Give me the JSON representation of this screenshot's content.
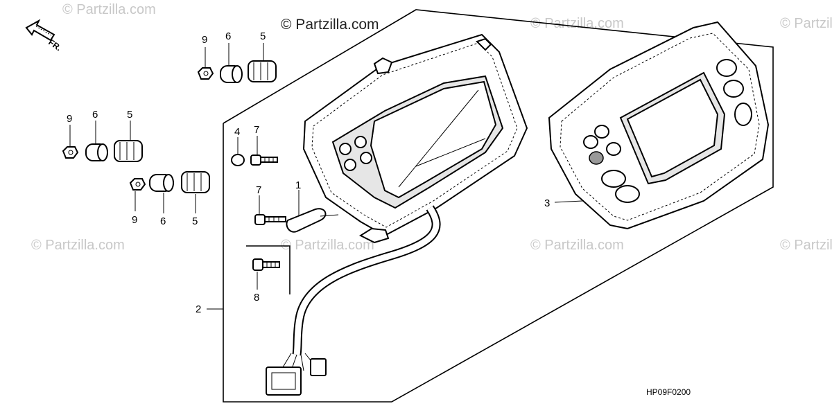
{
  "watermark": {
    "top_text": "© Partzilla.com",
    "repeat_text": "© Partzilla.com"
  },
  "direction_label": "FR.",
  "diagram_code": "HP09F0200",
  "callouts": {
    "c1": "1",
    "c2": "2",
    "c3": "3",
    "c4": "4",
    "c5a": "5",
    "c5b": "5",
    "c5c": "5",
    "c6a": "6",
    "c6b": "6",
    "c6c": "6",
    "c7a": "7",
    "c7b": "7",
    "c8": "8",
    "c9a": "9",
    "c9b": "9",
    "c9c": "9"
  },
  "colors": {
    "line": "#000000",
    "watermark": "#c8c8c8",
    "background": "#ffffff"
  }
}
